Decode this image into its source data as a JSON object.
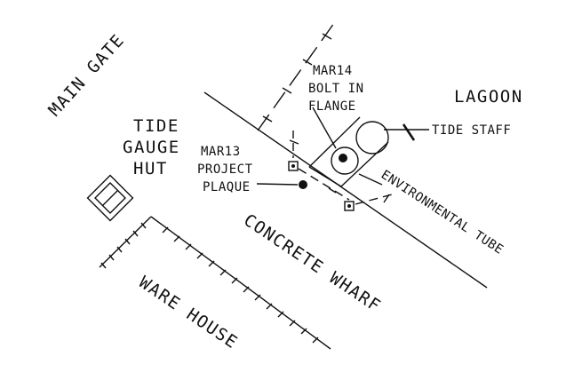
{
  "labels": {
    "main_gate": "MAIN GATE",
    "tide_gauge": "TIDE",
    "tide_gauge_2": "GAUGE",
    "tide_gauge_3": "HUT",
    "lagoon": "LAGOON",
    "mar14_1": "MAR14",
    "mar14_2": "BOLT IN",
    "mar14_3": "FLANGE",
    "tide_staff": "TIDE STAFF",
    "mar13_1": "MAR13",
    "mar13_2": "PROJECT",
    "mar13_3": "PLAQUE",
    "environmental_tube": "ENVIRONMENTAL TUBE",
    "concrete_wharf": "CONCRETE WHARF",
    "ware_house": "WARE HOUSE"
  },
  "colors": {
    "ink": "#111111",
    "background": "#ffffff"
  }
}
